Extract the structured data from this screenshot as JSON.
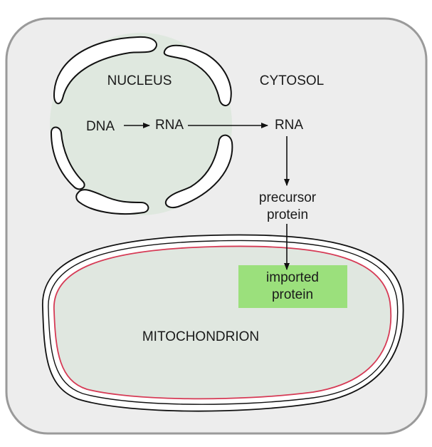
{
  "labels": {
    "nucleus": "NUCLEUS",
    "cytosol": "CYTOSOL",
    "dna": "DNA",
    "rna_nuclear": "RNA",
    "rna_cytosolic": "RNA",
    "precursor_line1": "precursor",
    "precursor_line2": "protein",
    "imported_line1": "imported",
    "imported_line2": "protein",
    "mitochondrion": "MITOCHONDRION"
  },
  "colors": {
    "cell_fill": "#ededed",
    "cell_border": "#9a9a9a",
    "nucleus_fill": "#dfe8df",
    "mito_fill": "#e0e7e0",
    "mito_inner_membrane": "#d63a55",
    "imported_protein_box": "#9be07c",
    "line": "#111111"
  }
}
